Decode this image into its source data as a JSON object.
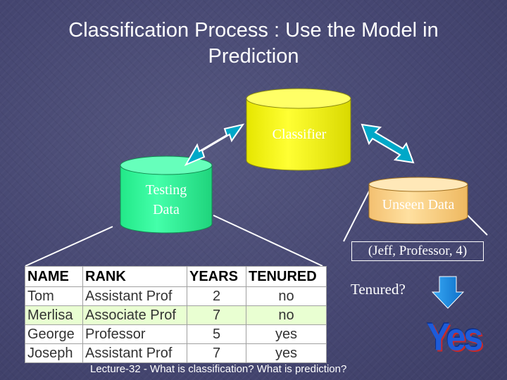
{
  "title": {
    "line1": "Classification Process : Use the Model in",
    "line2": "Prediction"
  },
  "classifier": {
    "label": "Classifier",
    "color": "#ffff00"
  },
  "testing_data": {
    "line1": "Testing",
    "line2": "Data",
    "color": "#33ff99"
  },
  "unseen_data": {
    "label": "Unseen Data",
    "color": "#fcd68c"
  },
  "instance": "(Jeff, Professor, 4)",
  "question": "Tenured?",
  "answer": "Yes",
  "table": {
    "headers": [
      "NAME",
      "RANK",
      "YEARS",
      "TENURED"
    ],
    "rows": [
      [
        "Tom",
        "Assistant Prof",
        "2",
        "no"
      ],
      [
        "Merlisa",
        "Associate Prof",
        "7",
        "no"
      ],
      [
        "George",
        "Professor",
        "5",
        "yes"
      ],
      [
        "Joseph",
        "Assistant Prof",
        "7",
        "yes"
      ]
    ]
  },
  "footer": "Lecture-32 - What is classification? What is prediction?",
  "colors": {
    "background": "#494a75",
    "arrow": "#00a8c8",
    "down_arrow": "#1e90e6"
  },
  "icons": [
    "double-arrow-icon",
    "down-arrow-icon"
  ]
}
